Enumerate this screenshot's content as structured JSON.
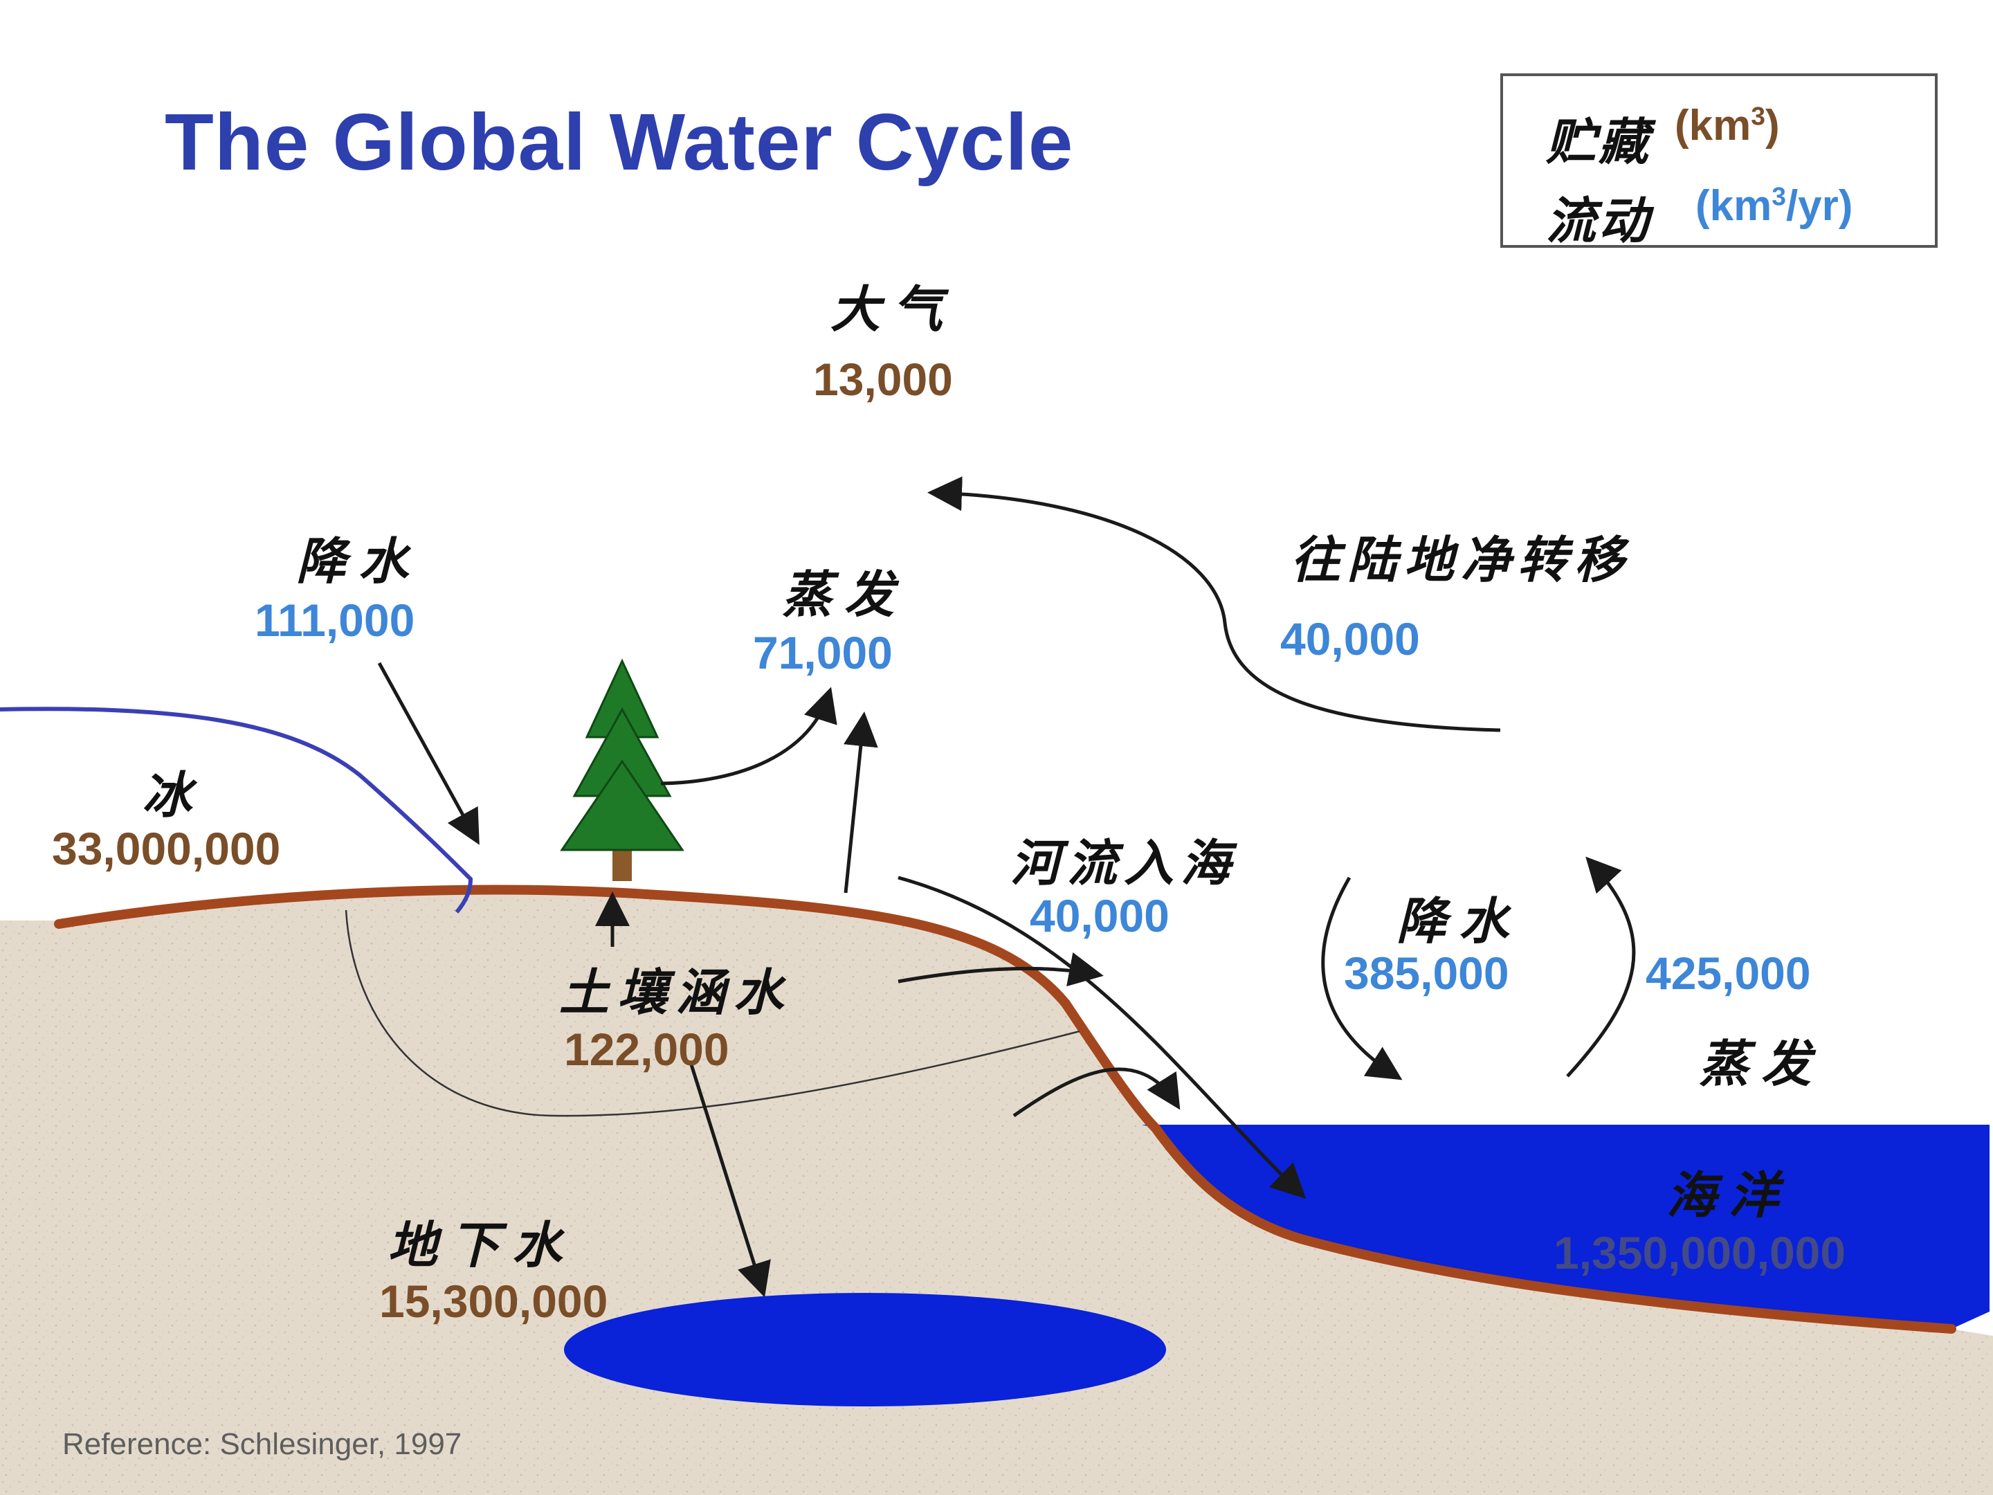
{
  "title": "The Global Water Cycle",
  "legend": {
    "storage_label": "贮藏",
    "storage_unit": "(km3)",
    "flux_label": "流动",
    "flux_unit": "(km3/yr)"
  },
  "reservoirs": {
    "atmosphere": {
      "label": "大气",
      "value": "13,000"
    },
    "ice": {
      "label": "冰",
      "value": "33,000,000"
    },
    "soil_water": {
      "label": "土壤涵水",
      "value": "122,000"
    },
    "groundwater": {
      "label": "地下水",
      "value": "15,300,000"
    },
    "ocean": {
      "label": "海洋",
      "value": "1,350,000,000"
    }
  },
  "fluxes": {
    "land_precipitation": {
      "label": "降水",
      "value": "111,000"
    },
    "land_evaporation": {
      "label": "蒸发",
      "value": "71,000"
    },
    "net_transport_to_land": {
      "label": "往陆地净转移",
      "value": "40,000"
    },
    "river_to_ocean": {
      "label": "河流入海",
      "value": "40,000"
    },
    "ocean_precipitation": {
      "label": "降水",
      "value": "385,000"
    },
    "ocean_evaporation": {
      "label": "蒸发",
      "value": "425,000"
    }
  },
  "reference": "Reference: Schlesinger, 1997",
  "colors": {
    "title": "#2e3fae",
    "storage_value": "#7a4e28",
    "flux_value": "#3d86d8",
    "ground": "#e4dacc",
    "soil_line": "#a4471e",
    "water": "#0a22d8",
    "tree": "#1f7a28",
    "trunk": "#8a5a2b",
    "ice_line": "#3b3fb5"
  }
}
